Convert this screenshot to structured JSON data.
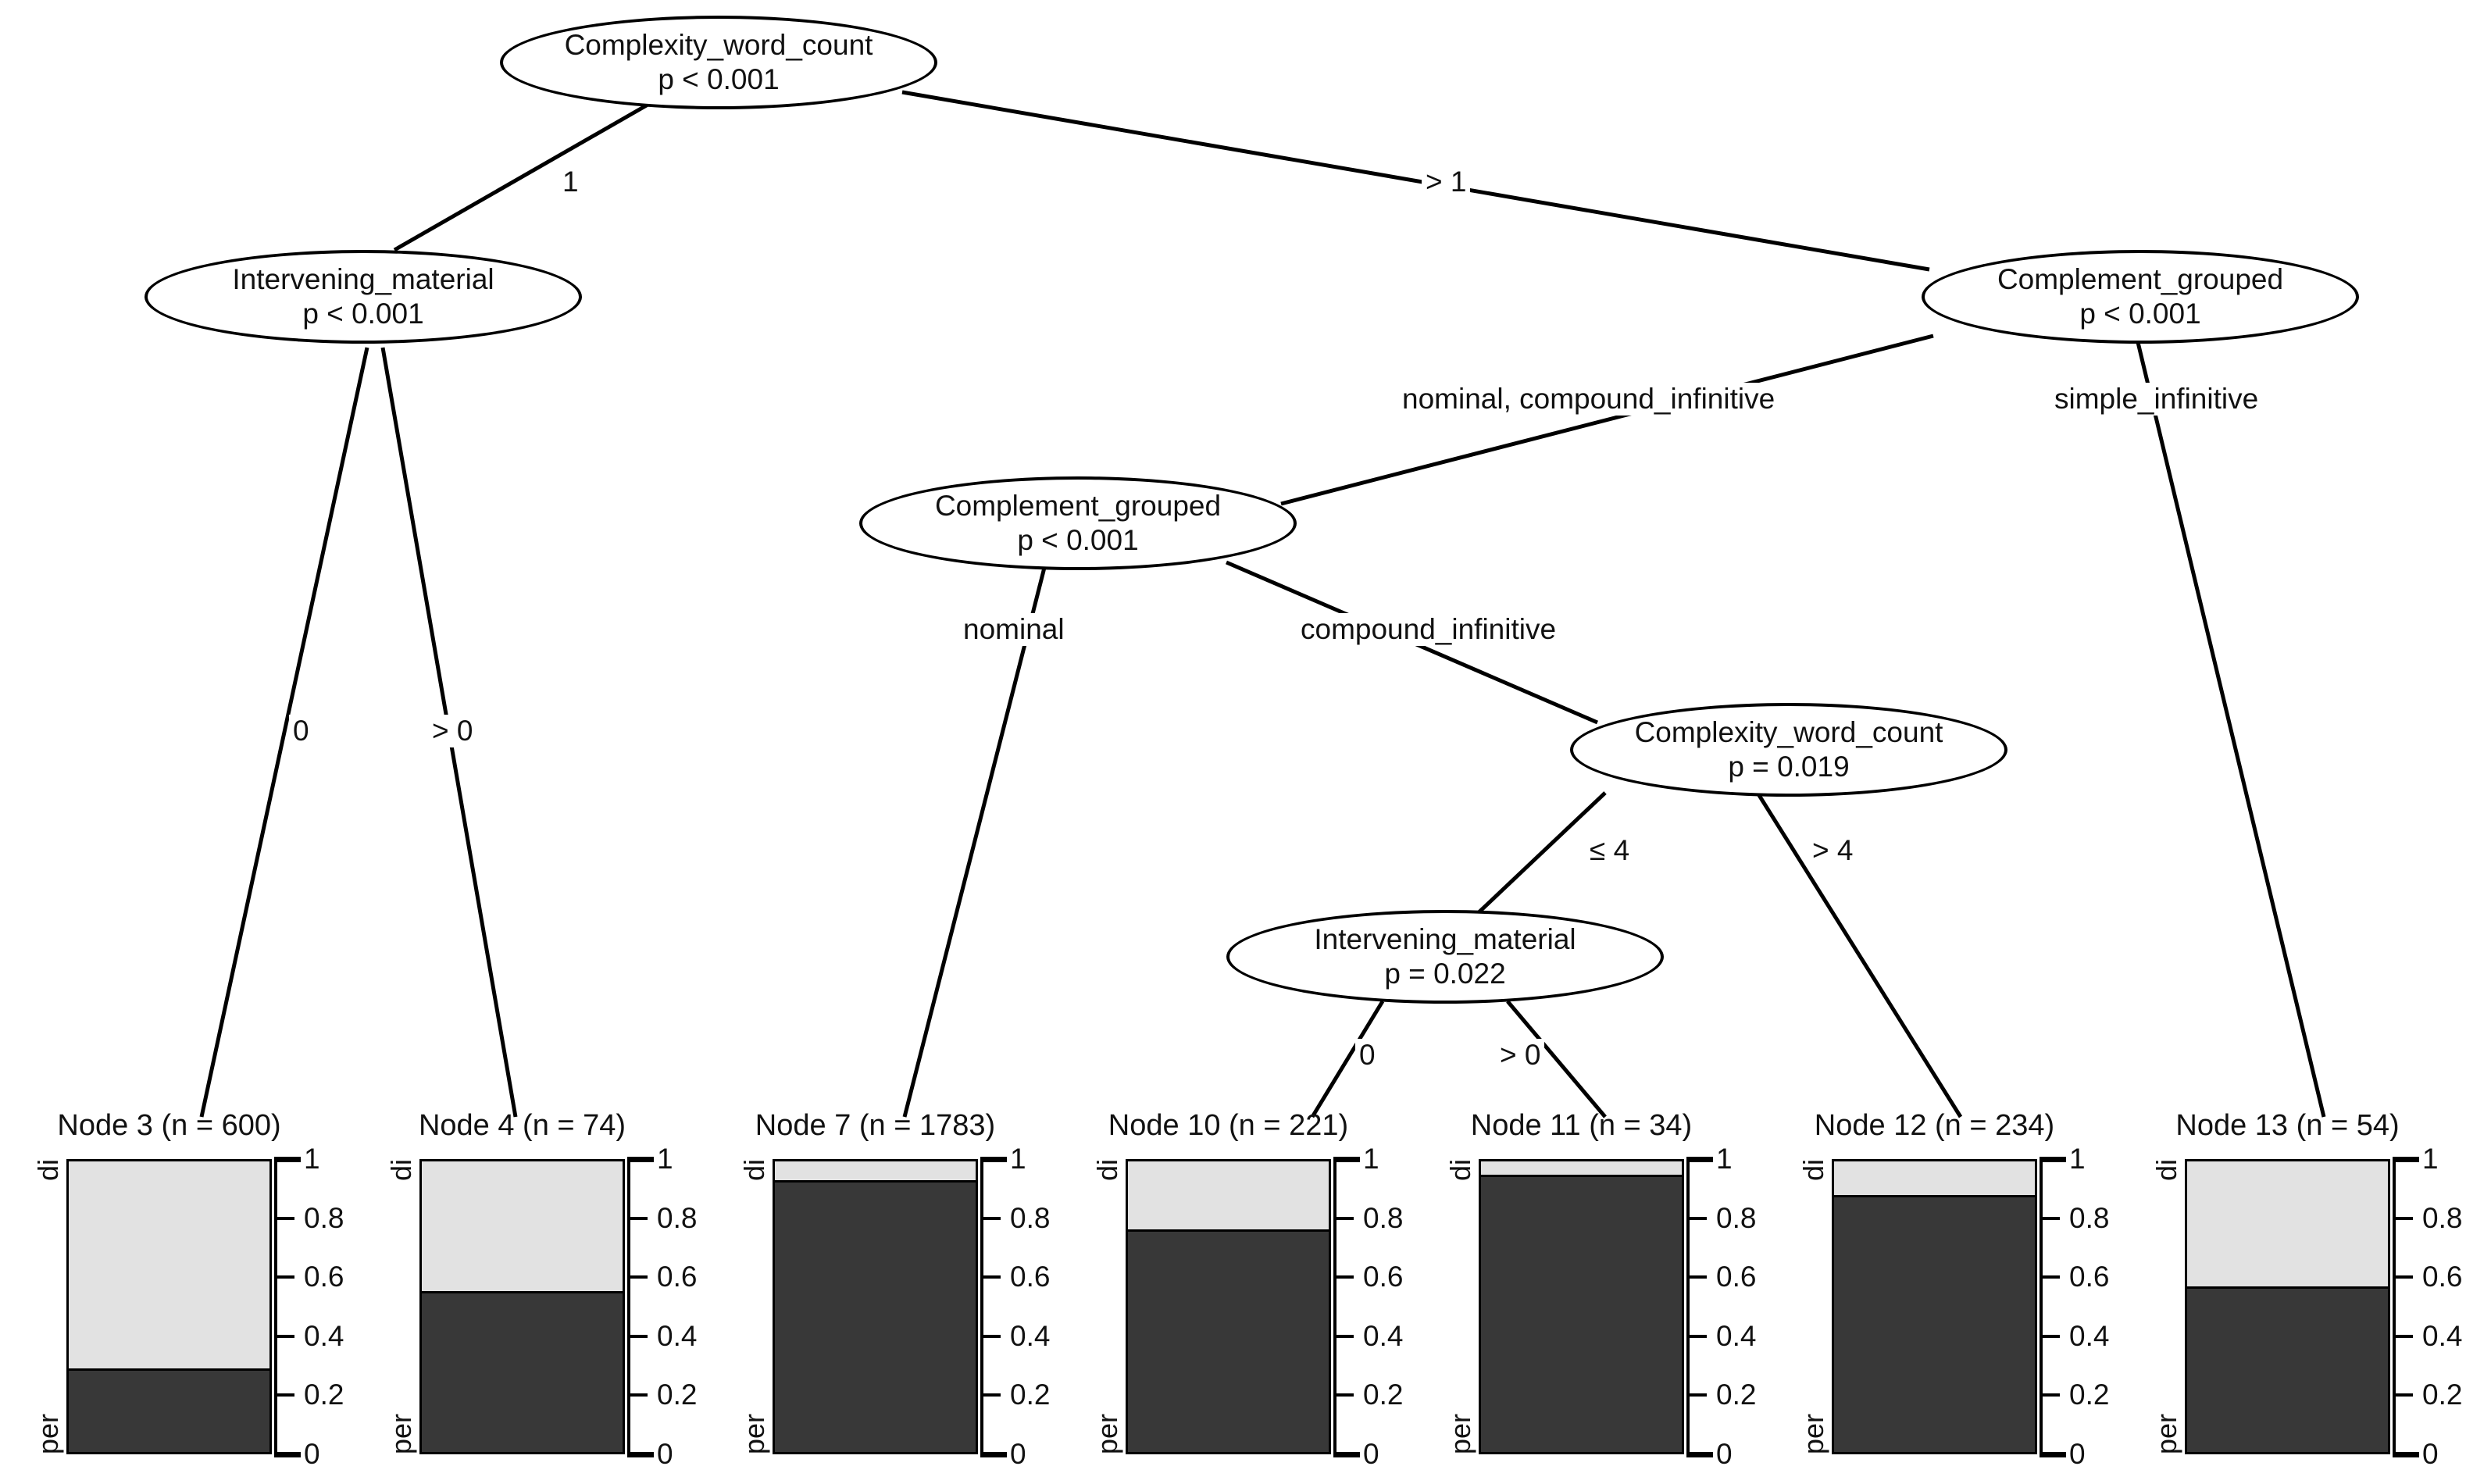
{
  "chart_data": {
    "type": "tree",
    "title": "",
    "description": "Conditional inference tree (ctree) predicting per/di with stacked proportion barplots at terminal nodes",
    "response_levels": [
      "di",
      "per"
    ],
    "level_colors": {
      "di": "#e2e2e2",
      "per": "#383838"
    },
    "yaxis": {
      "ticks": [
        "0",
        "0.2",
        "0.4",
        "0.6",
        "0.8",
        "1"
      ],
      "values": [
        0,
        0.2,
        0.4,
        0.6,
        0.8,
        1
      ],
      "ylim": [
        0,
        1
      ]
    },
    "inner_nodes": [
      {
        "id": 1,
        "variable": "Complexity_word_count",
        "p": "p < 0.001"
      },
      {
        "id": 2,
        "variable": "Intervening_material",
        "p": "p < 0.001"
      },
      {
        "id": 5,
        "variable": "Complement_grouped",
        "p": "p < 0.001"
      },
      {
        "id": 6,
        "variable": "Complement_grouped",
        "p": "p < 0.001"
      },
      {
        "id": 8,
        "variable": "Complexity_word_count",
        "p": "p = 0.019"
      },
      {
        "id": 9,
        "variable": "Intervening_material",
        "p": "p = 0.022"
      }
    ],
    "edge_labels": [
      {
        "label": "1"
      },
      {
        "label": "> 1"
      },
      {
        "label": "0"
      },
      {
        "label": "> 0"
      },
      {
        "label": "nominal, compound_infinitive"
      },
      {
        "label": "simple_infinitive"
      },
      {
        "label": "nominal"
      },
      {
        "label": "compound_infinitive"
      },
      {
        "label": "≤ 4"
      },
      {
        "label": "> 4"
      },
      {
        "label": "0"
      },
      {
        "label": "> 0"
      }
    ],
    "terminal_nodes": [
      {
        "id": 3,
        "title": "Node 3 (n = 600)",
        "n": 600,
        "per": 0.283,
        "di": 0.717
      },
      {
        "id": 4,
        "title": "Node 4 (n = 74)",
        "n": 74,
        "per": 0.545,
        "di": 0.455
      },
      {
        "id": 7,
        "title": "Node 7 (n = 1783)",
        "n": 1783,
        "per": 0.92,
        "di": 0.08
      },
      {
        "id": 10,
        "title": "Node 10 (n = 221)",
        "n": 221,
        "per": 0.755,
        "di": 0.245
      },
      {
        "id": 11,
        "title": "Node 11 (n = 34)",
        "n": 34,
        "per": 0.94,
        "di": 0.06
      },
      {
        "id": 12,
        "title": "Node 12 (n = 234)",
        "n": 234,
        "per": 0.87,
        "di": 0.13
      },
      {
        "id": 13,
        "title": "Node 13 (n = 54)",
        "n": 54,
        "per": 0.56,
        "di": 0.44
      }
    ],
    "axis_top_label": "di",
    "axis_bottom_label": "per"
  }
}
